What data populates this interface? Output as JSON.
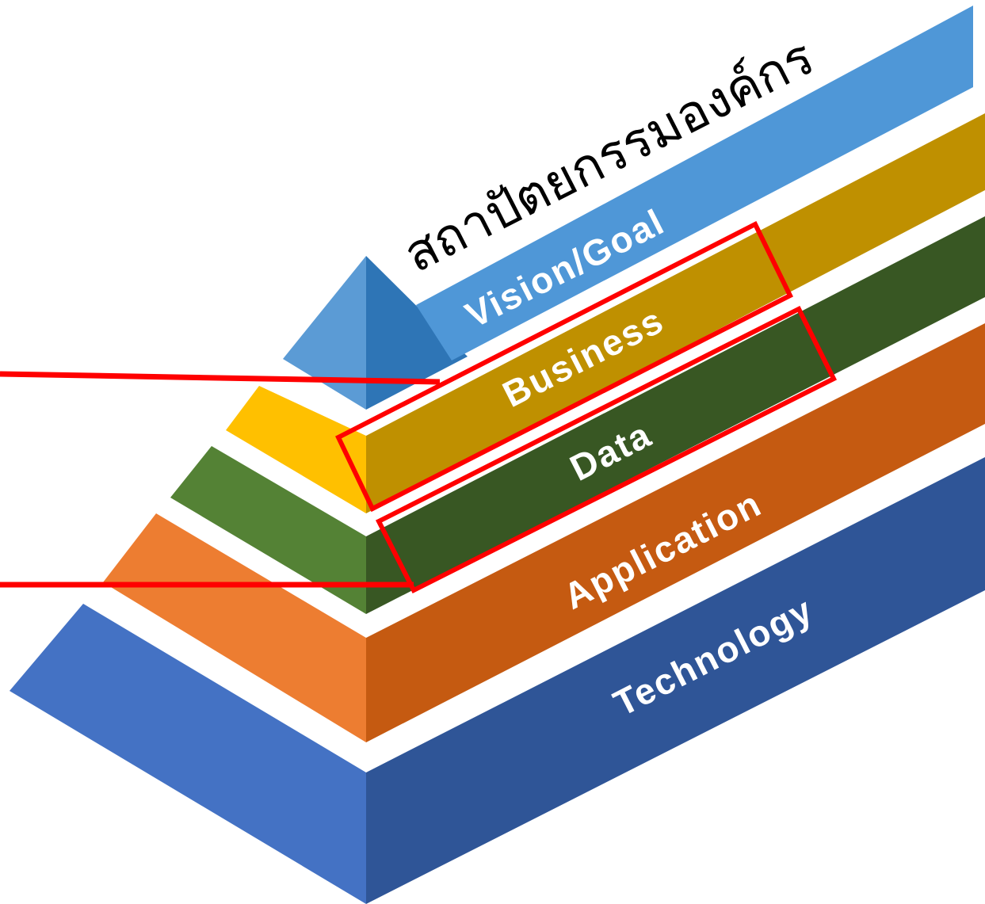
{
  "diagram": {
    "title": "สถาปัตยกรรมองค์กร",
    "layers": [
      {
        "id": "vision",
        "label": "Vision/Goal",
        "front_color": "#5b9bd5",
        "side_color": "#4f97d7",
        "top_color": "#2e75b6"
      },
      {
        "id": "business",
        "label": "Business",
        "front_color": "#ffc000",
        "side_color": "#bf9000"
      },
      {
        "id": "data",
        "label": "Data",
        "front_color": "#548235",
        "side_color": "#385723"
      },
      {
        "id": "application",
        "label": "Application",
        "front_color": "#ed7d31",
        "side_color": "#c55a11"
      },
      {
        "id": "technology",
        "label": "Technology",
        "front_color": "#4472c4",
        "side_color": "#2f5597"
      }
    ],
    "highlight_color": "#ff0000",
    "highlighted_layers": [
      "business",
      "data"
    ]
  }
}
